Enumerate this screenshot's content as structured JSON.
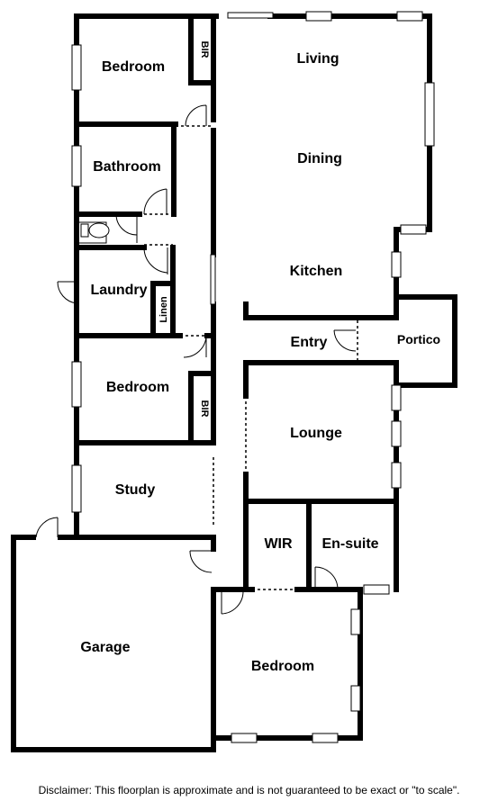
{
  "rooms": {
    "bedroom_1": "Bedroom",
    "bir_1": "BIR",
    "bathroom": "Bathroom",
    "laundry": "Laundry",
    "linen": "Linen",
    "bedroom_2": "Bedroom",
    "bir_2": "BIR",
    "study": "Study",
    "garage": "Garage",
    "living": "Living",
    "dining": "Dining",
    "kitchen": "Kitchen",
    "entry": "Entry",
    "portico": "Portico",
    "lounge": "Lounge",
    "wir": "WIR",
    "ensuite": "En-suite",
    "bedroom_3": "Bedroom"
  },
  "disclaimer": "Disclaimer: This floorplan is approximate and is not guaranteed to be exact or \"to scale\"."
}
